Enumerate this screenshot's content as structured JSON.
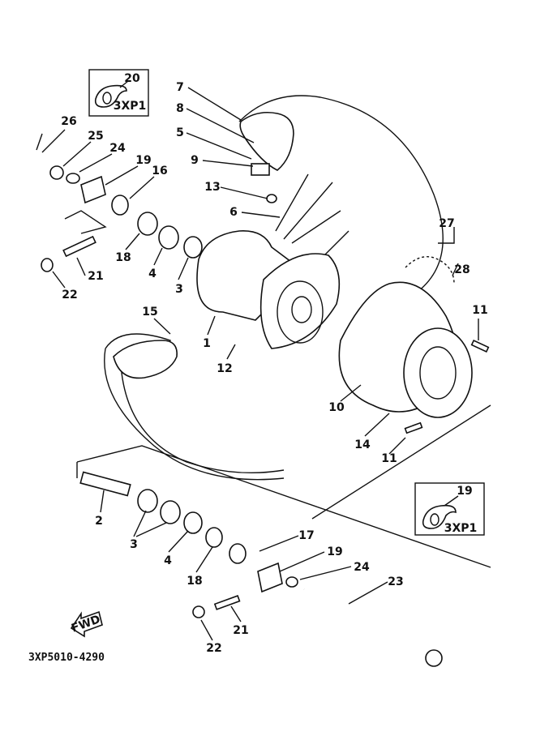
{
  "callouts": {
    "p20": "20",
    "box1_model": "3XP1",
    "p7": "7",
    "p8": "8",
    "p5": "5",
    "p9": "9",
    "p13": "13",
    "p6": "6",
    "p26": "26",
    "p25": "25",
    "p24a": "24",
    "p19a": "19",
    "p16": "16",
    "p18a": "18",
    "p4a": "4",
    "p3a": "3",
    "p21a": "21",
    "p22a": "22",
    "p15": "15",
    "p1": "1",
    "p12": "12",
    "p27": "27",
    "p28": "28",
    "p11a": "11",
    "p10": "10",
    "p14": "14",
    "p11b": "11",
    "p2": "2",
    "p3b": "3",
    "p4b": "4",
    "p18b": "18",
    "p17": "17",
    "p19b": "19",
    "p24b": "24",
    "p23": "23",
    "p21b": "21",
    "p22b": "22",
    "p19box": "19",
    "box2_model": "3XP1"
  },
  "fwd_label": "FWD",
  "diagram_code": "3XP5010-4290"
}
